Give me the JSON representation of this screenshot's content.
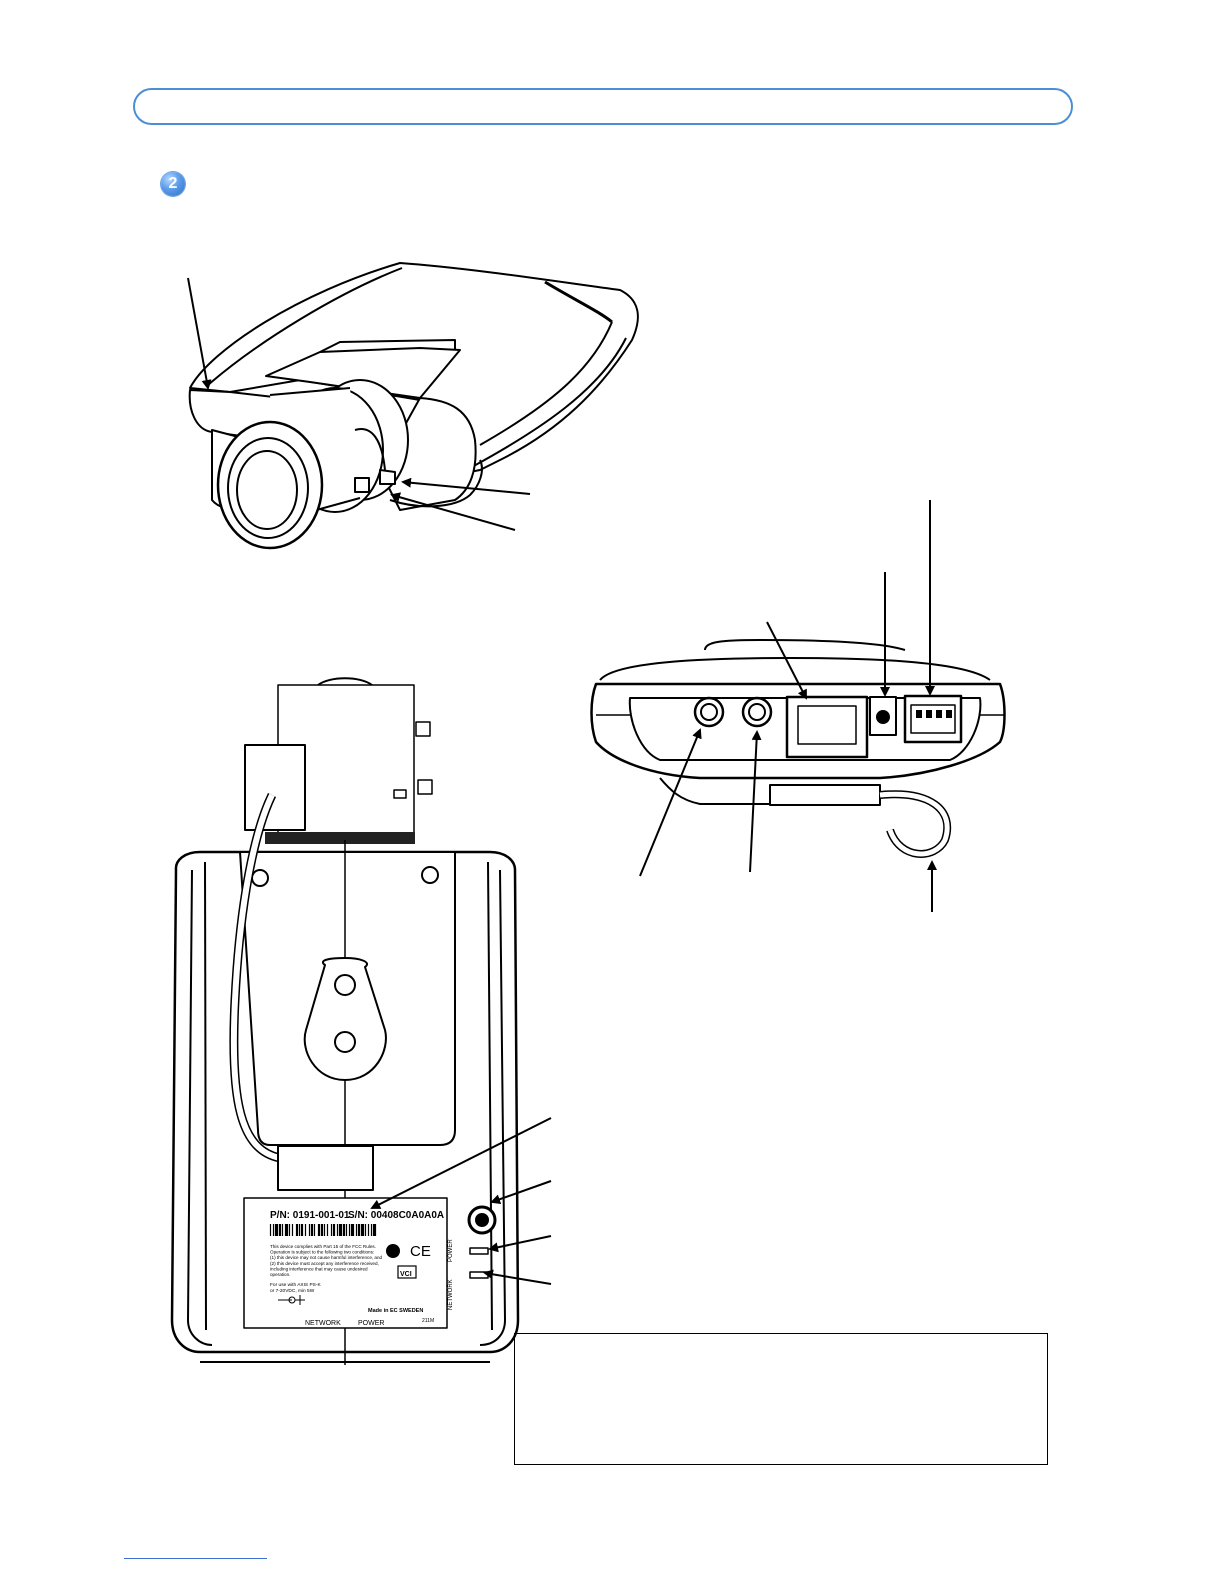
{
  "header": {
    "step_number": "2"
  },
  "label": {
    "part_number": "P/N: 0191-001-01",
    "serial_number": "S/N: 00408C0A0A0A",
    "compliance_text": [
      "This device complies with Part 15 of the FCC Rules.",
      "Operation is subject to the following two conditions:",
      "(1) this device may not cause harmful interference, and",
      "(2) this device must accept any interference received,",
      "including interference that may cause undesired",
      "operation."
    ],
    "power_supply_line1": "For use with AXIS PS-K",
    "power_supply_line2": "or 7-20VDC, min 5W",
    "made_in": "Made in EC SWEDEN",
    "network_bottom": "NETWORK",
    "power_bottom": "POWER",
    "model_code": "211M",
    "ce_mark": "CE",
    "vci_mark": "VCI",
    "side_power": "POWER",
    "side_network": "NETWORK"
  },
  "colors": {
    "frame_accent": "#4a8fd6",
    "badge": "#3b7fd6",
    "footer_rule": "#3b6fd0"
  }
}
